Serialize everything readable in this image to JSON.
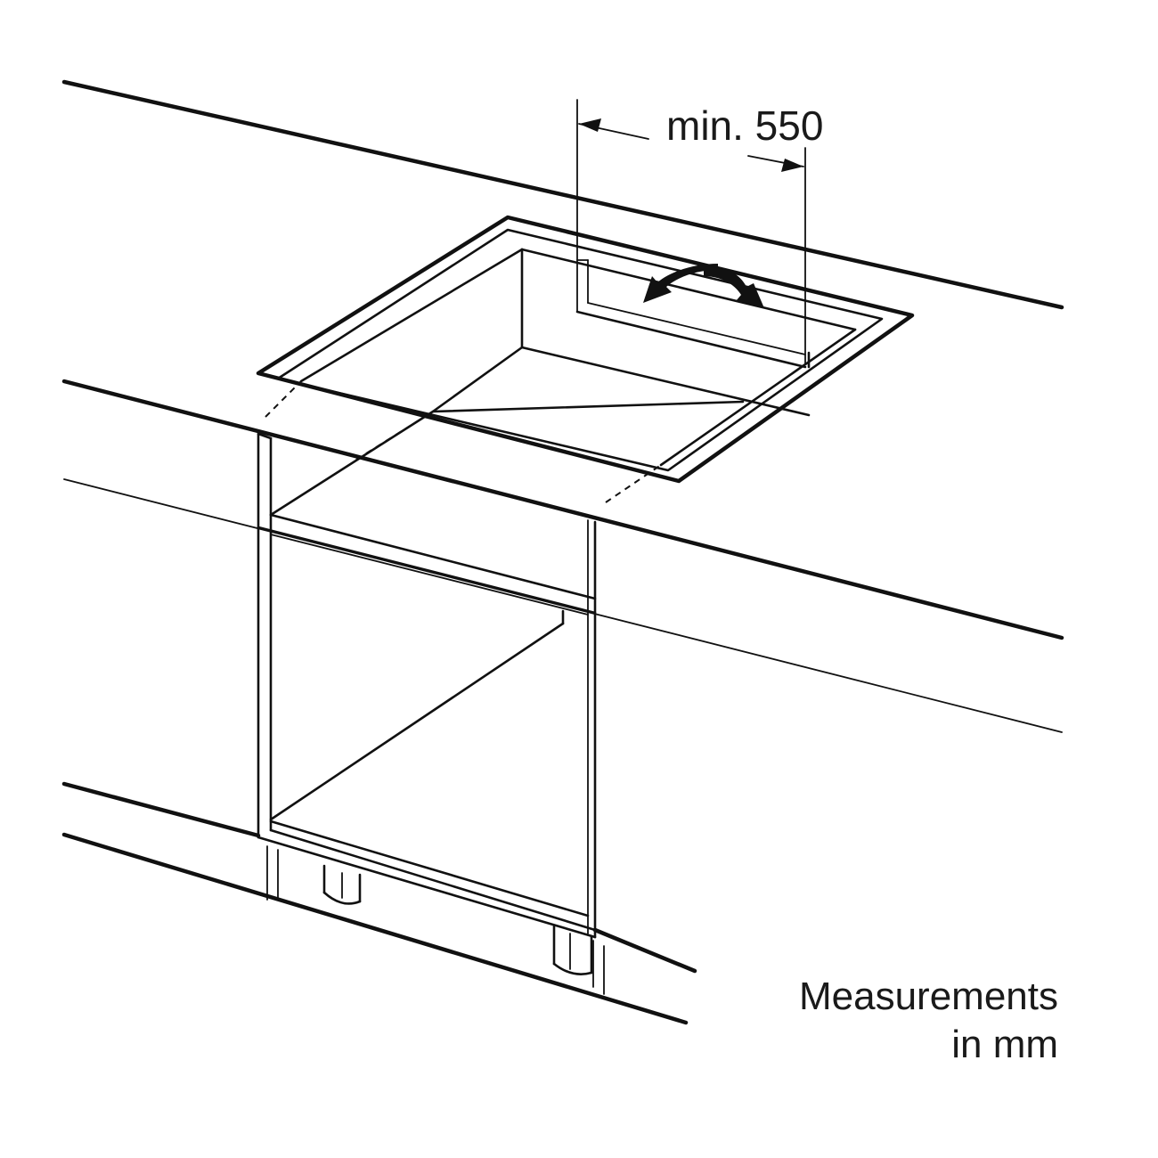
{
  "dimension": {
    "label": "min. 550"
  },
  "note": {
    "line1": "Measurements",
    "line2": "in mm"
  },
  "colors": {
    "ink": "#111111",
    "background": "#ffffff"
  },
  "icons": {
    "ventilation": "ventilation-airflow-arrows-icon"
  }
}
